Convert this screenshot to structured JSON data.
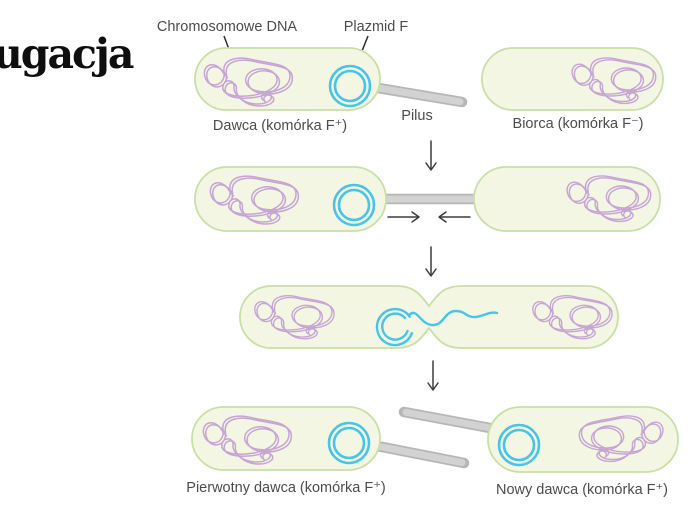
{
  "title": "ugacja",
  "step1": {
    "chromosomal_dna_label": "Chromosomowe DNA",
    "plasmid_label": "Plazmid F",
    "pilus_label": "Pilus",
    "donor_label": "Dawca (komórka F⁺)",
    "recipient_label": "Biorca (komórka F⁻)"
  },
  "step4": {
    "original_donor_label": "Pierwotny dawca (komórka F⁺)",
    "new_donor_label": "Nowy dawca (komórka F⁺)"
  },
  "colors": {
    "cell_fill": "#f3f6e3",
    "cell_border": "#c8e0a5",
    "chromosomal_dna": "#c6a4d4",
    "plasmid": "#47c4e8",
    "pilus": "#c9c9c9",
    "arrow": "#3d3d3d",
    "label_text": "#4c4c4c",
    "title_text": "#0e0e0e"
  }
}
